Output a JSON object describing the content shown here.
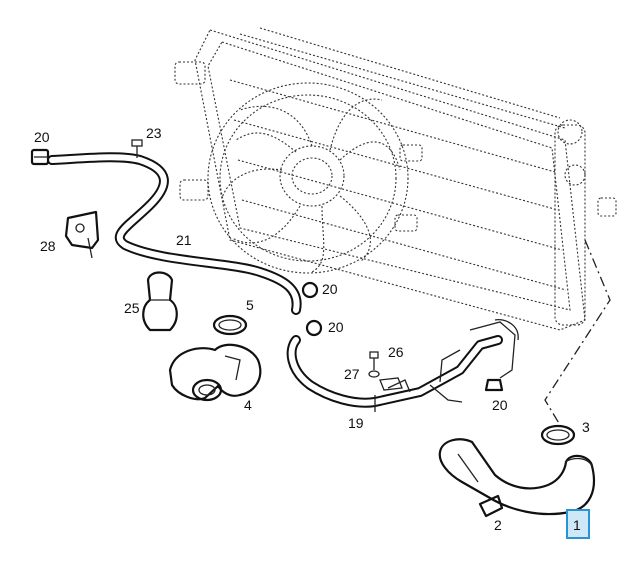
{
  "callouts": {
    "p1": "1",
    "p2": "2",
    "p3": "3",
    "p4": "4",
    "p5": "5",
    "p19": "19",
    "p20_a": "20",
    "p20_b": "20",
    "p20_c": "20",
    "p20_d": "20",
    "p21": "21",
    "p23": "23",
    "p25": "25",
    "p26": "26",
    "p27": "27",
    "p28": "28"
  },
  "highlight_color": "#2a93d5"
}
